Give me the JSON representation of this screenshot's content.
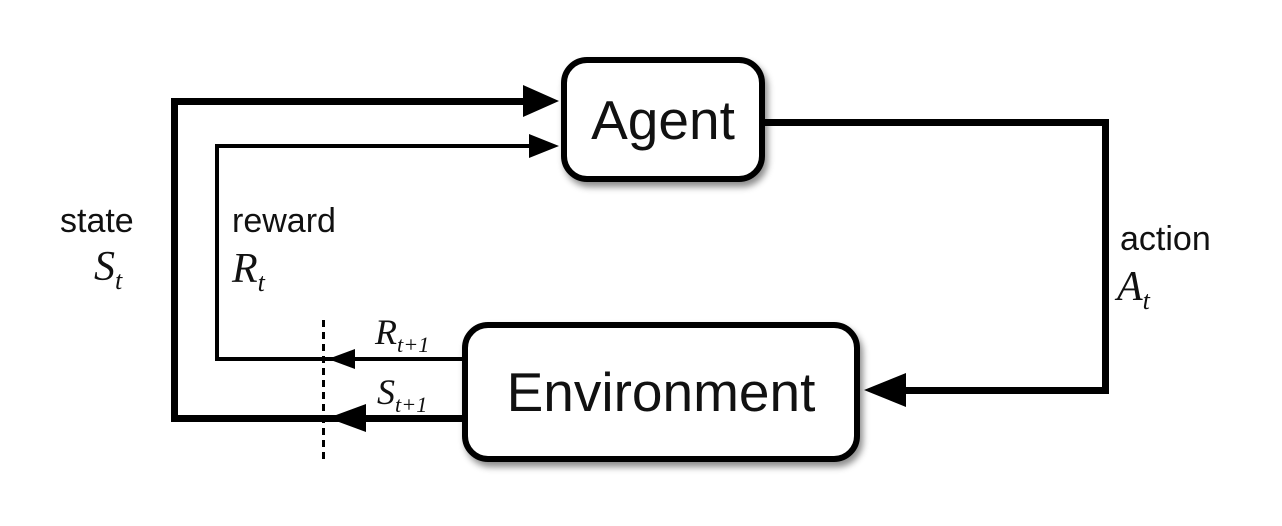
{
  "diagram": {
    "kind": "agent-environment-interaction-loop",
    "colors": {
      "background": "#ffffff",
      "line": "#000000",
      "text": "#111111"
    },
    "nodes": {
      "agent": {
        "label": "Agent"
      },
      "environment": {
        "label": "Environment"
      }
    },
    "labels": {
      "state": {
        "word": "state",
        "base": "S",
        "sub": "t"
      },
      "reward": {
        "word": "reward",
        "base": "R",
        "sub": "t"
      },
      "action": {
        "word": "action",
        "base": "A",
        "sub": "t"
      },
      "next_reward": {
        "base": "R",
        "sub": "t+1"
      },
      "next_state": {
        "base": "S",
        "sub": "t+1"
      }
    }
  }
}
